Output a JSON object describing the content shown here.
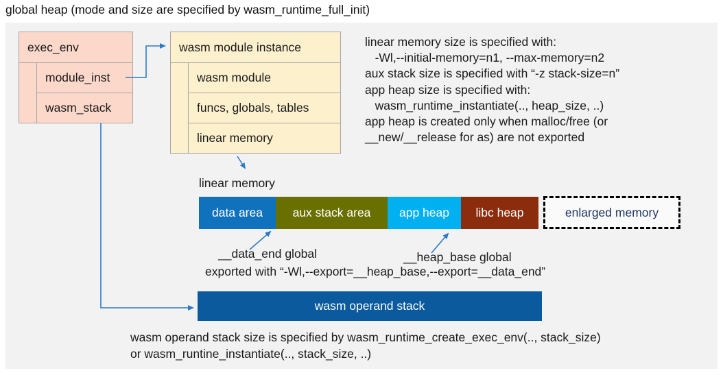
{
  "title": "global heap (mode and size are specified by wasm_runtime_full_init)",
  "exec_env": {
    "header": "exec_env",
    "rows": [
      "module_inst",
      "wasm_stack"
    ]
  },
  "module_instance": {
    "header": "wasm module instance",
    "rows": [
      "wasm module",
      "funcs, globals, tables",
      "linear memory"
    ]
  },
  "notes_right": {
    "lines": [
      "linear memory size is specified with:",
      "   -Wl,--initial-memory=n1, --max-memory=n2",
      "aux stack size is specified with “-z stack-size=n”",
      "app heap size is specified with:",
      "   wasm_runtime_instantiate(.., heap_size, ..)",
      "app heap is created only when malloc/free (or",
      "__new/__release for as) are not exported"
    ]
  },
  "linear_memory": {
    "label": "linear memory",
    "segments": [
      {
        "label": "data area",
        "color": "#1071bc"
      },
      {
        "label": "aux stack area",
        "color": "#6a7000"
      },
      {
        "label": "app heap",
        "color": "#00b0f0"
      },
      {
        "label": "libc heap",
        "color": "#8b2d0c"
      }
    ],
    "enlarged": {
      "label": "enlarged memory",
      "text_color": "#1f3864"
    }
  },
  "annotations": {
    "data_end": "__data_end global",
    "heap_base": "__heap_base global",
    "exported": "exported with “-Wl,--export=__heap_base,--export=__data_end”"
  },
  "operand_stack": {
    "label": "wasm operand stack",
    "color": "#0a5a9d"
  },
  "footer": {
    "lines": [
      "wasm operand stack size is specified by wasm_runtime_create_exec_env(.., stack_size)",
      "or wasm_runtine_instantiate(.., stack_size, ..)"
    ]
  },
  "colors": {
    "arrow": "#2e7bc4",
    "panel": "#f2f2f2",
    "pink_box": "#fbd8ca",
    "cream_box": "#fdf0cd"
  }
}
